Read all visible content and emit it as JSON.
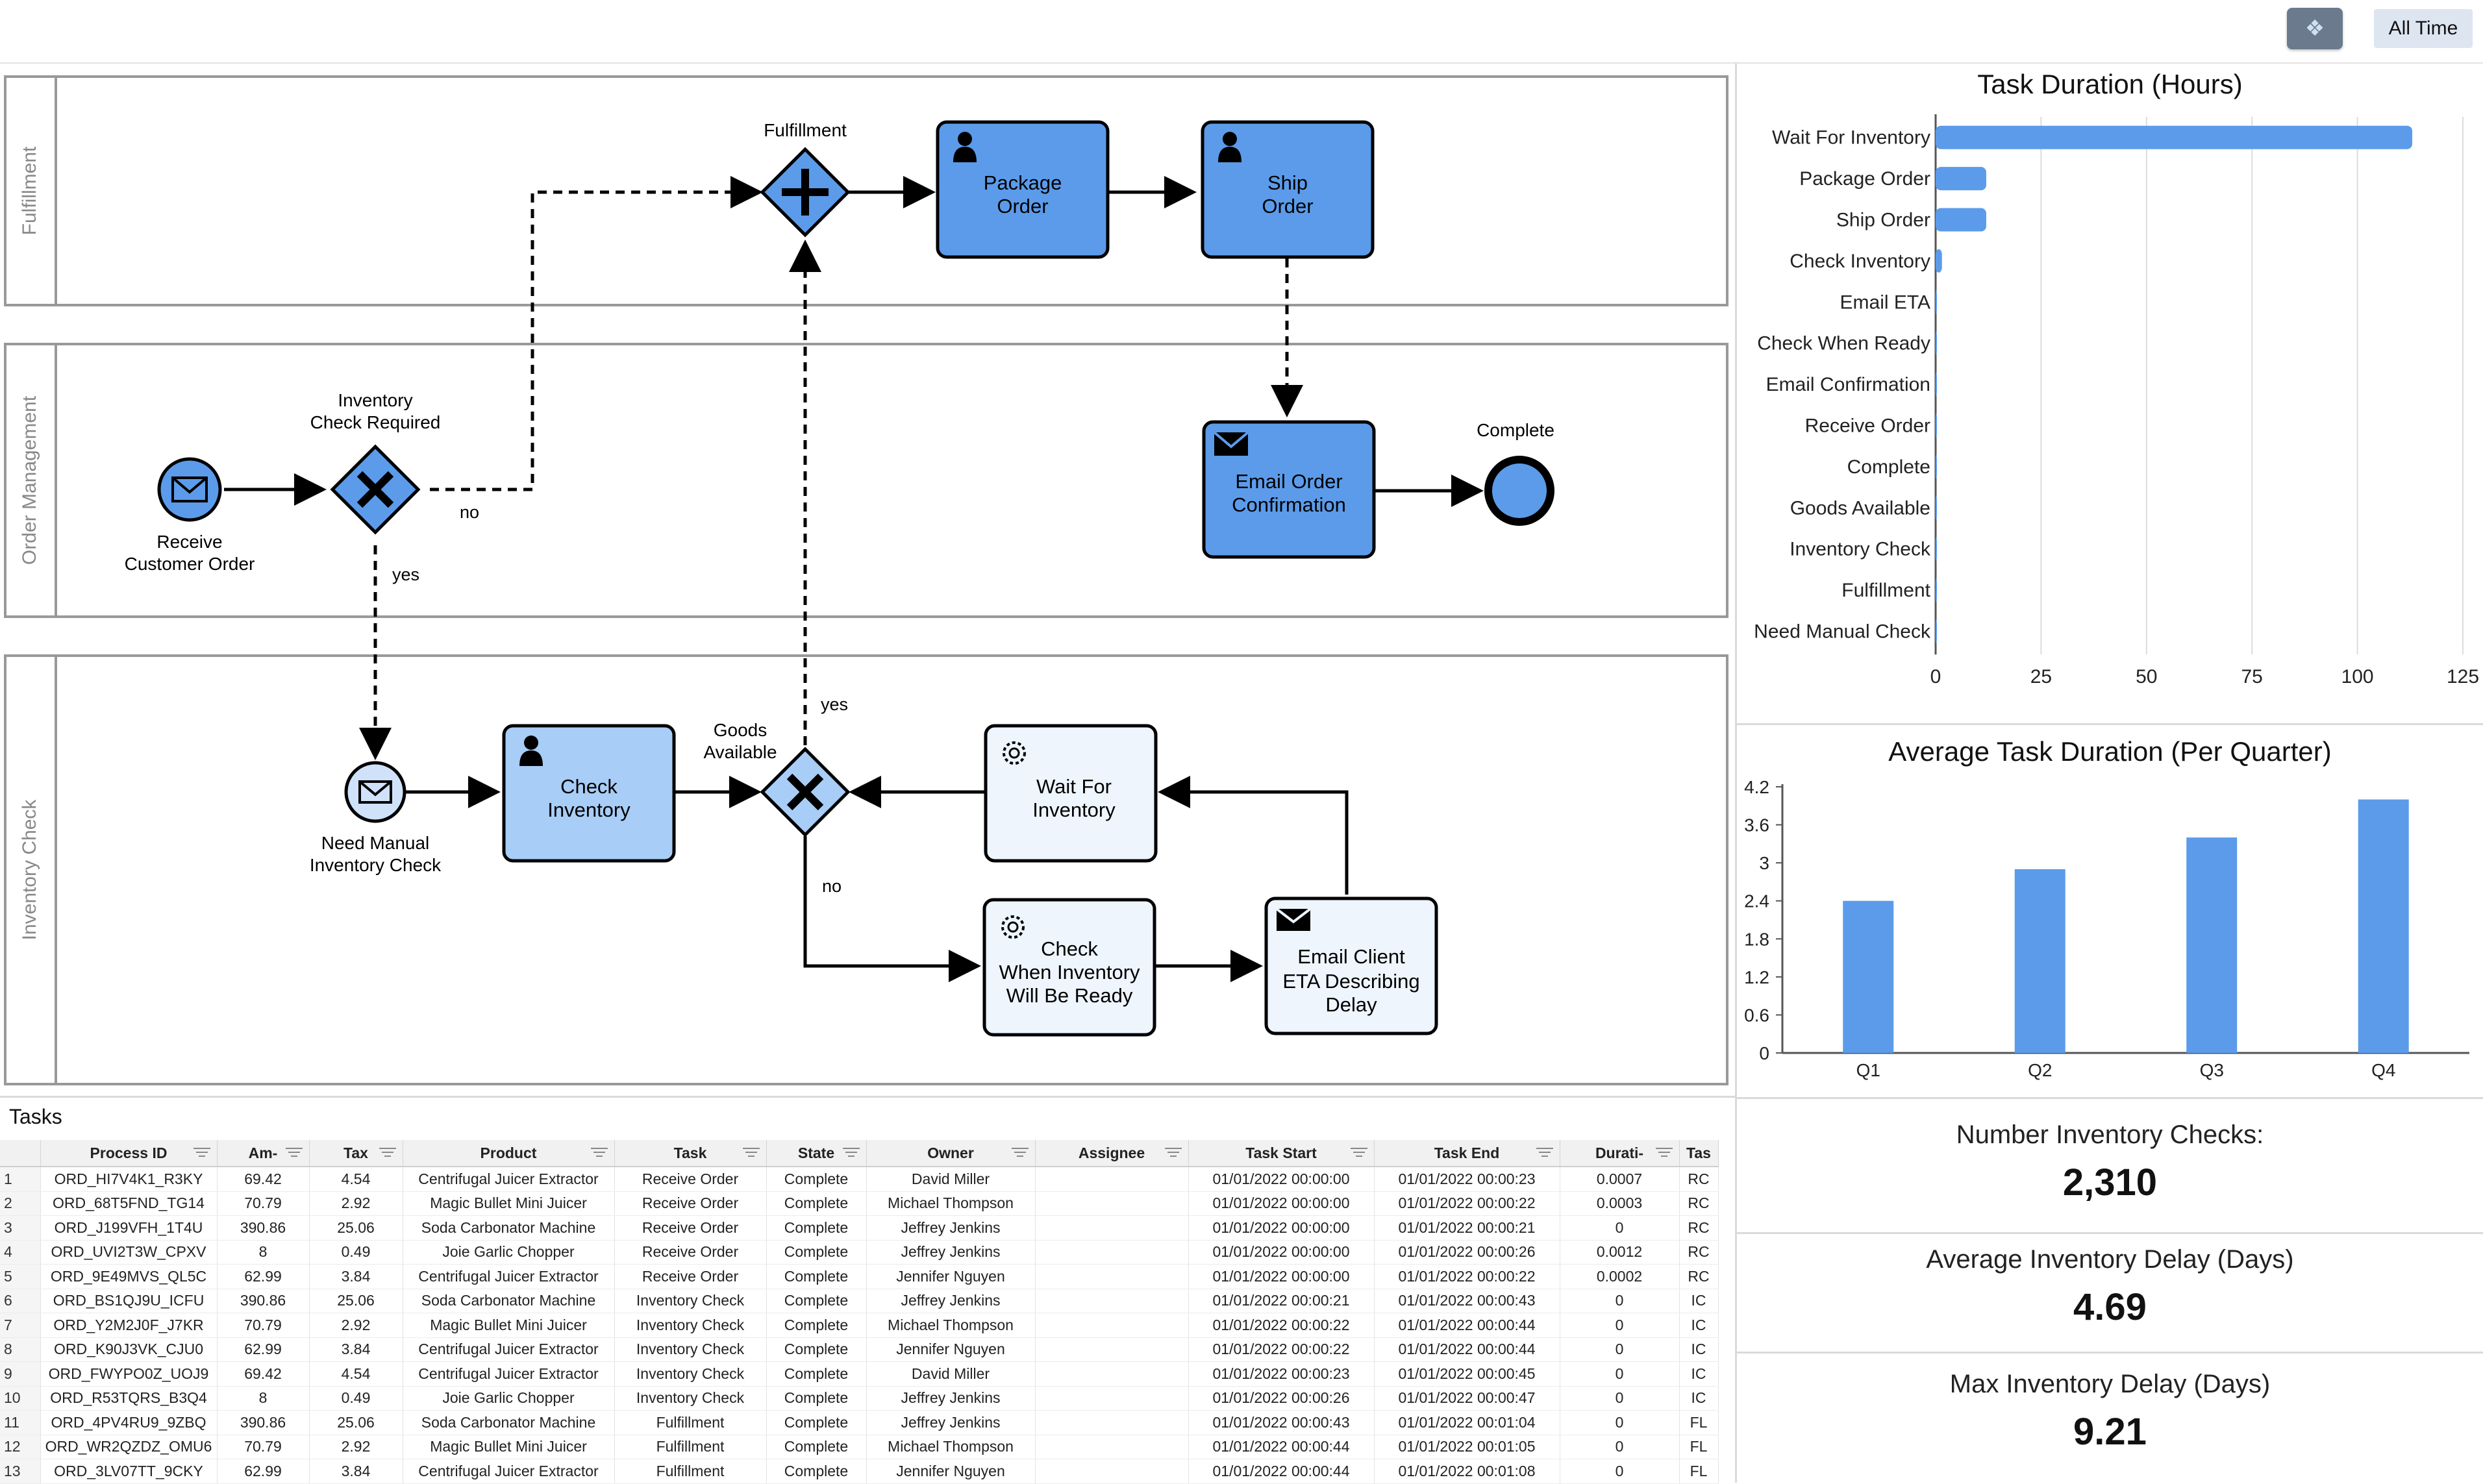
{
  "toolbar": {
    "time_filter": "All Time",
    "snapshot_icon": "camera-icon"
  },
  "diagram": {
    "lanes": [
      "Fulfillment",
      "Order Management",
      "Inventory Check"
    ],
    "nodes": {
      "fulfillment_gateway": "Fulfillment",
      "package_order": [
        "Package",
        "Order"
      ],
      "ship_order": [
        "Ship",
        "Order"
      ],
      "inventory_check_required": [
        "Inventory",
        "Check Required"
      ],
      "receive_customer_order": [
        "Receive",
        "Customer Order"
      ],
      "email_order_confirmation": [
        "Email Order",
        "Confirmation"
      ],
      "complete": "Complete",
      "need_manual_inventory_check": [
        "Need Manual",
        "Inventory Check"
      ],
      "check_inventory": [
        "Check",
        "Inventory"
      ],
      "goods_available": [
        "Goods",
        "Available"
      ],
      "wait_for_inventory": [
        "Wait For",
        "Inventory"
      ],
      "check_when_ready": [
        "Check",
        "When Inventory",
        "Will Be Ready"
      ],
      "email_client_eta": [
        "Email Client",
        "ETA Describing",
        "Delay"
      ]
    },
    "edge_labels": {
      "no_1": "no",
      "yes_1": "yes",
      "yes_2": "yes",
      "no_2": "no"
    }
  },
  "task_duration_chart": {
    "title": "Task Duration (Hours)",
    "color": "#5b9bea",
    "categories": [
      "Wait For Inventory",
      "Package Order",
      "Ship Order",
      "Check Inventory",
      "Email ETA",
      "Check When Ready",
      "Email Confirmation",
      "Receive Order",
      "Complete",
      "Goods Available",
      "Inventory Check",
      "Fulfillment",
      "Need Manual Check"
    ],
    "values": [
      113,
      12,
      12,
      1.5,
      0.3,
      0.3,
      0.3,
      0.3,
      0.3,
      0.3,
      0.3,
      0.3,
      0.3
    ],
    "xticks": [
      "0",
      "25",
      "50",
      "75",
      "100",
      "125"
    ],
    "xlim": [
      0,
      125
    ]
  },
  "quarter_chart": {
    "title": "Average Task Duration (Per Quarter)",
    "color": "#5b9bea",
    "categories": [
      "Q1",
      "Q2",
      "Q3",
      "Q4"
    ],
    "values": [
      2.4,
      2.9,
      3.4,
      4.0
    ],
    "yticks": [
      "4.2",
      "3.6",
      "3",
      "2.4",
      "1.8",
      "1.2",
      "0.6",
      "0"
    ],
    "ylim": [
      0,
      4.2
    ]
  },
  "metrics": [
    {
      "label": "Number Inventory Checks:",
      "value": "2,310"
    },
    {
      "label": "Average Inventory Delay (Days)",
      "value": "4.69"
    },
    {
      "label": "Max Inventory Delay (Days)",
      "value": "9.21"
    }
  ],
  "tasks_table": {
    "title": "Tasks",
    "columns": [
      "Process ID",
      "Am-",
      "Tax",
      "Product",
      "Task",
      "State",
      "Owner",
      "Assignee",
      "Task Start",
      "Task End",
      "Durati-",
      "Tas"
    ],
    "rows": [
      [
        "1",
        "ORD_HI7V4K1_R3KY",
        "69.42",
        "4.54",
        "Centrifugal Juicer Extractor",
        "Receive Order",
        "Complete",
        "David Miller",
        "",
        "01/01/2022 00:00:00",
        "01/01/2022 00:00:23",
        "0.0007",
        "RC"
      ],
      [
        "2",
        "ORD_68T5FND_TG14",
        "70.79",
        "2.92",
        "Magic Bullet Mini Juicer",
        "Receive Order",
        "Complete",
        "Michael Thompson",
        "",
        "01/01/2022 00:00:00",
        "01/01/2022 00:00:22",
        "0.0003",
        "RC"
      ],
      [
        "3",
        "ORD_J199VFH_1T4U",
        "390.86",
        "25.06",
        "Soda Carbonator Machine",
        "Receive Order",
        "Complete",
        "Jeffrey Jenkins",
        "",
        "01/01/2022 00:00:00",
        "01/01/2022 00:00:21",
        "0",
        "RC"
      ],
      [
        "4",
        "ORD_UVI2T3W_CPXV",
        "8",
        "0.49",
        "Joie Garlic Chopper",
        "Receive Order",
        "Complete",
        "Jeffrey Jenkins",
        "",
        "01/01/2022 00:00:00",
        "01/01/2022 00:00:26",
        "0.0012",
        "RC"
      ],
      [
        "5",
        "ORD_9E49MVS_QL5C",
        "62.99",
        "3.84",
        "Centrifugal Juicer Extractor",
        "Receive Order",
        "Complete",
        "Jennifer Nguyen",
        "",
        "01/01/2022 00:00:00",
        "01/01/2022 00:00:22",
        "0.0002",
        "RC"
      ],
      [
        "6",
        "ORD_BS1QJ9U_ICFU",
        "390.86",
        "25.06",
        "Soda Carbonator Machine",
        "Inventory Check",
        "Complete",
        "Jeffrey Jenkins",
        "",
        "01/01/2022 00:00:21",
        "01/01/2022 00:00:43",
        "0",
        "IC"
      ],
      [
        "7",
        "ORD_Y2M2J0F_J7KR",
        "70.79",
        "2.92",
        "Magic Bullet Mini Juicer",
        "Inventory Check",
        "Complete",
        "Michael Thompson",
        "",
        "01/01/2022 00:00:22",
        "01/01/2022 00:00:44",
        "0",
        "IC"
      ],
      [
        "8",
        "ORD_K90J3VK_CJU0",
        "62.99",
        "3.84",
        "Centrifugal Juicer Extractor",
        "Inventory Check",
        "Complete",
        "Jennifer Nguyen",
        "",
        "01/01/2022 00:00:22",
        "01/01/2022 00:00:44",
        "0",
        "IC"
      ],
      [
        "9",
        "ORD_FWYPO0Z_UOJ9",
        "69.42",
        "4.54",
        "Centrifugal Juicer Extractor",
        "Inventory Check",
        "Complete",
        "David Miller",
        "",
        "01/01/2022 00:00:23",
        "01/01/2022 00:00:45",
        "0",
        "IC"
      ],
      [
        "10",
        "ORD_R53TQRS_B3Q4",
        "8",
        "0.49",
        "Joie Garlic Chopper",
        "Inventory Check",
        "Complete",
        "Jeffrey Jenkins",
        "",
        "01/01/2022 00:00:26",
        "01/01/2022 00:00:47",
        "0",
        "IC"
      ],
      [
        "11",
        "ORD_4PV4RU9_9ZBQ",
        "390.86",
        "25.06",
        "Soda Carbonator Machine",
        "Fulfillment",
        "Complete",
        "Jeffrey Jenkins",
        "",
        "01/01/2022 00:00:43",
        "01/01/2022 00:01:04",
        "0",
        "FL"
      ],
      [
        "12",
        "ORD_WR2QZDZ_OMU6",
        "70.79",
        "2.92",
        "Magic Bullet Mini Juicer",
        "Fulfillment",
        "Complete",
        "Michael Thompson",
        "",
        "01/01/2022 00:00:44",
        "01/01/2022 00:01:05",
        "0",
        "FL"
      ],
      [
        "13",
        "ORD_3LV07TT_9CKY",
        "62.99",
        "3.84",
        "Centrifugal Juicer Extractor",
        "Fulfillment",
        "Complete",
        "Jennifer Nguyen",
        "",
        "01/01/2022 00:00:44",
        "01/01/2022 00:01:08",
        "0",
        "FL"
      ]
    ]
  }
}
